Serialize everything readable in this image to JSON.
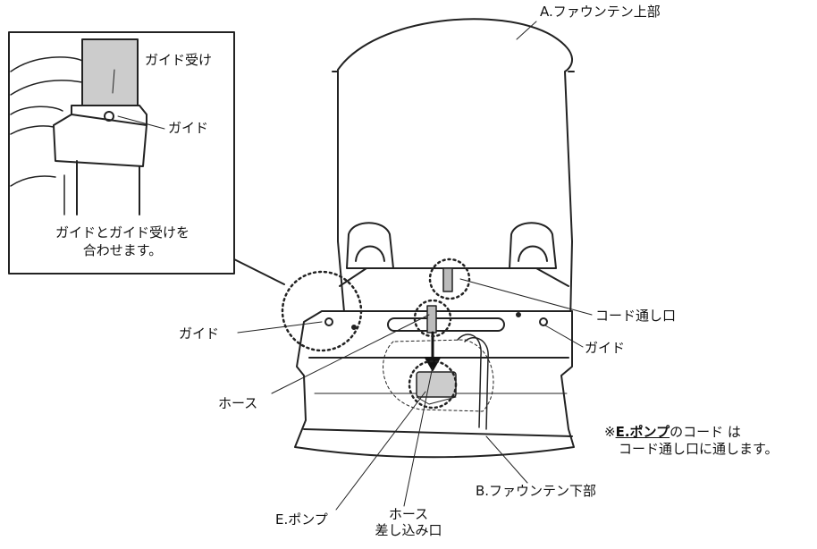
{
  "labels": {
    "fountain_top": "A.ファウンテン上部",
    "fountain_bottom": "B.ファウンテン下部",
    "cord_hole": "コード通し口",
    "guide_left": "ガイド",
    "guide_right": "ガイド",
    "hose": "ホース",
    "pump": "E.ポンプ",
    "hose_insert_line1": "ホース",
    "hose_insert_line2": "差し込み口"
  },
  "inset": {
    "guide_receiver": "ガイド受け",
    "guide": "ガイド",
    "caption_line1": "ガイドとガイド受けを",
    "caption_line2": "合わせます。"
  },
  "note": {
    "prefix": "※",
    "pump": "E.ポンプ",
    "line1_rest": "のコード は",
    "line2": "コード通し口に通します。"
  }
}
